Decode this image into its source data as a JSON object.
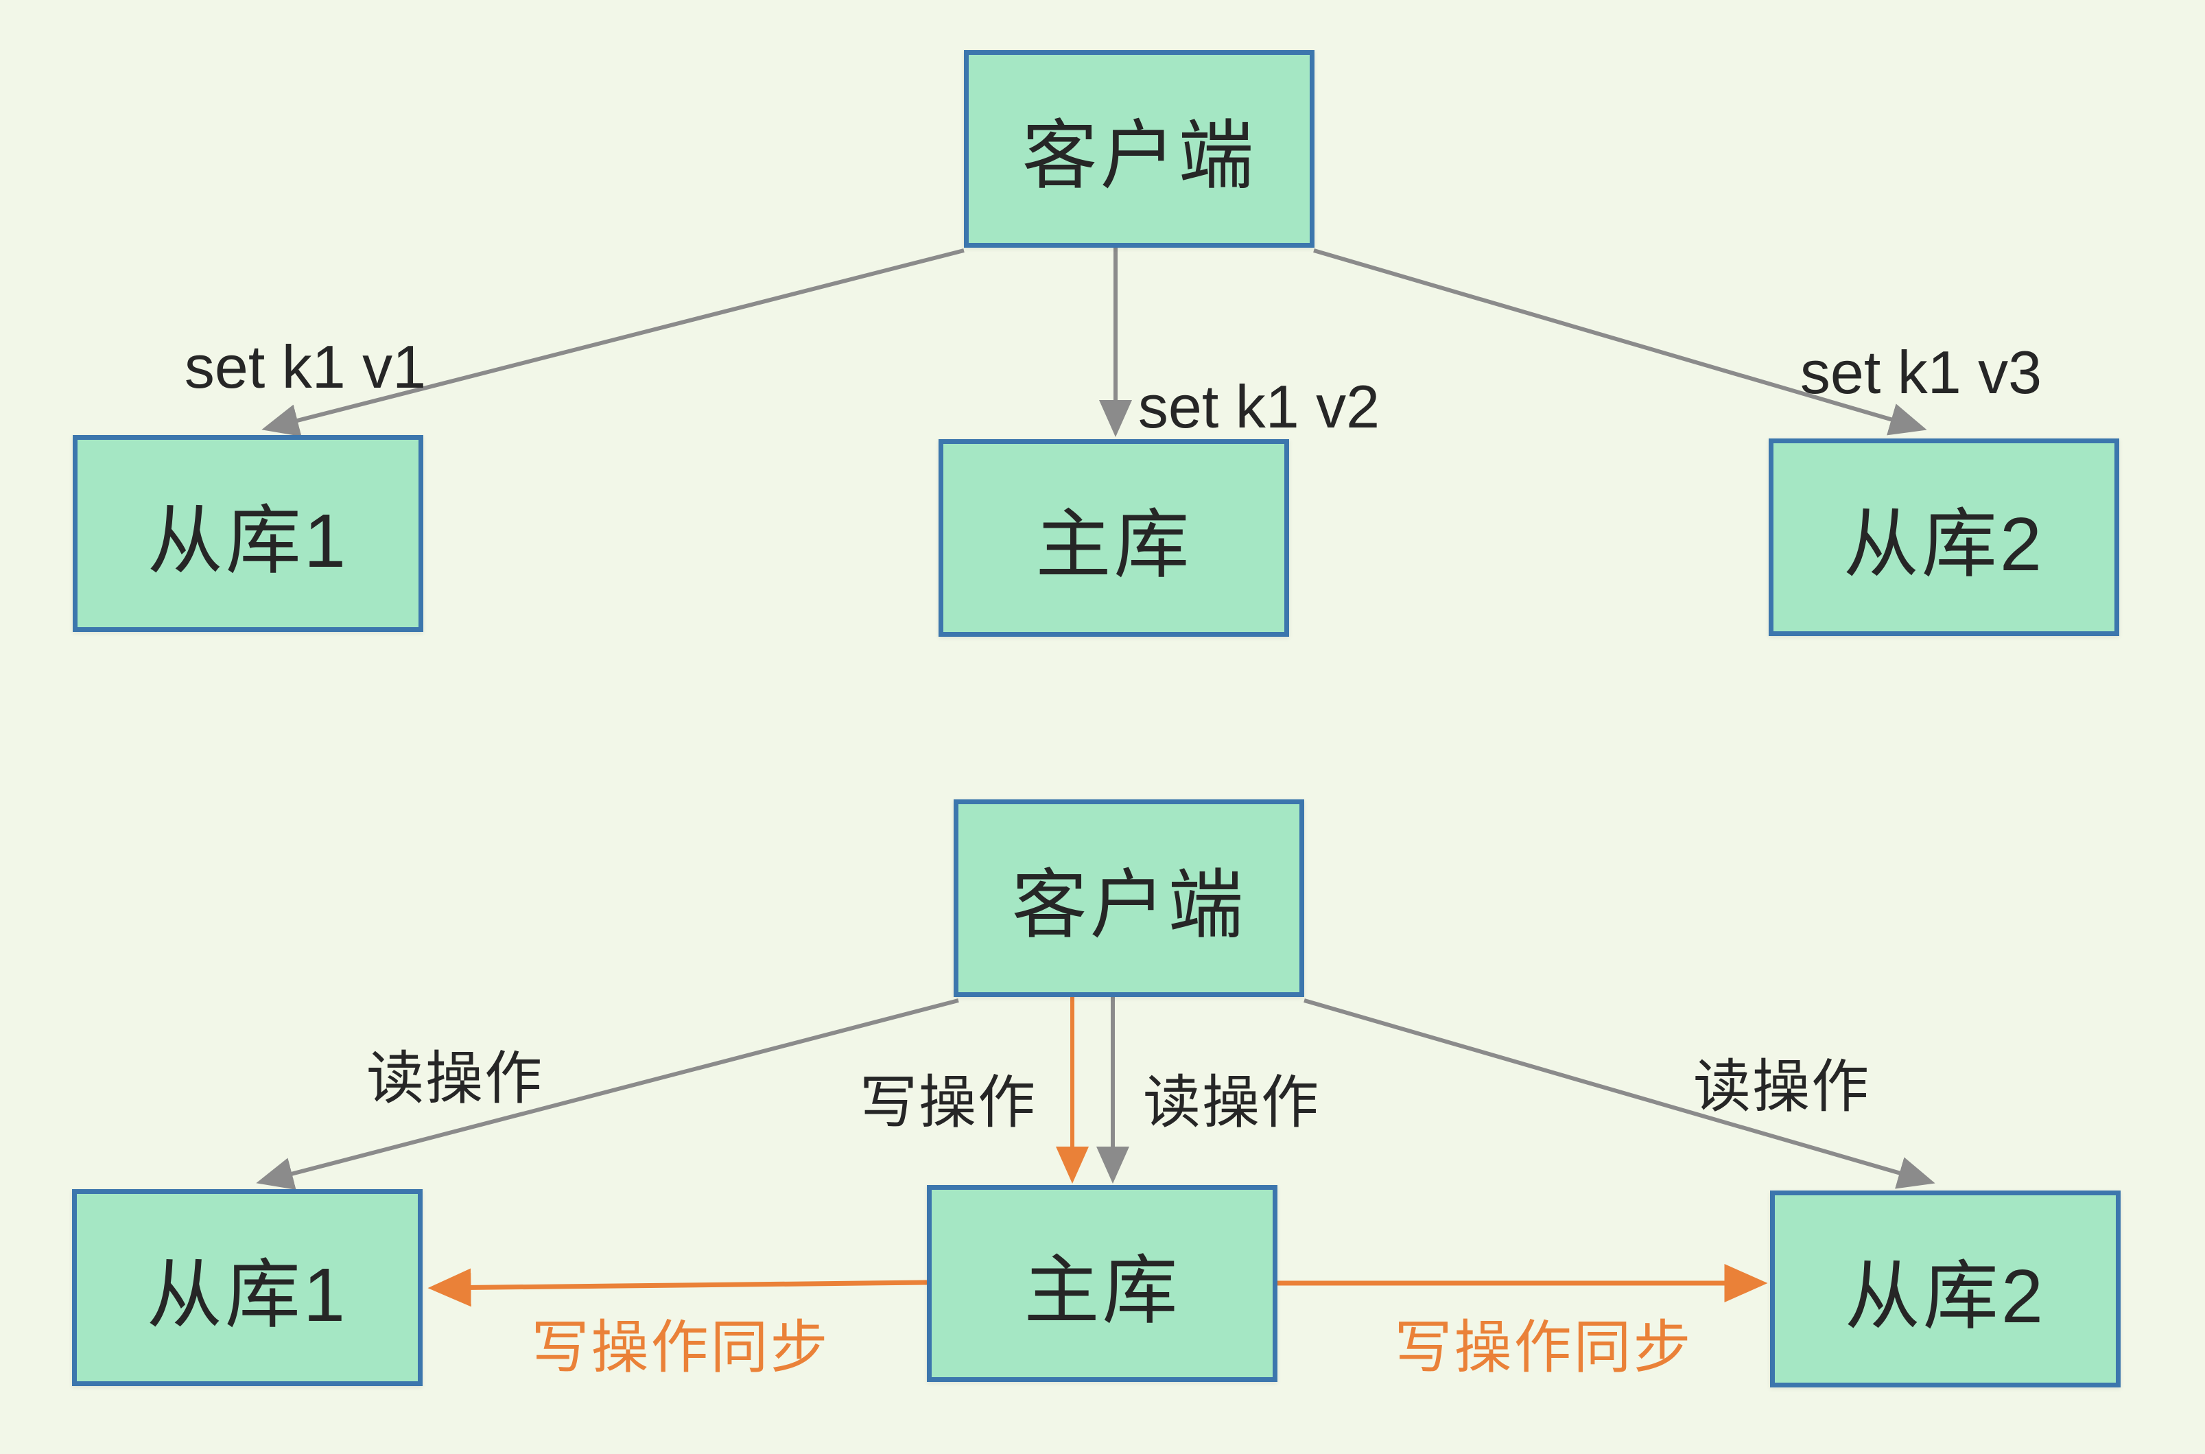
{
  "colors": {
    "background": "#f2f7e8",
    "node_fill": "#a5e7c4",
    "node_border": "#3c76ad",
    "edge_gray": "#8b8b8b",
    "edge_orange": "#ea8138",
    "text": "#262626"
  },
  "top_diagram": {
    "client": "客户端",
    "slave1": "从库1",
    "master": "主库",
    "slave2": "从库2",
    "label_set_k1_v1": "set k1 v1",
    "label_set_k1_v2": "set k1 v2",
    "label_set_k1_v3": "set k1 v3"
  },
  "bottom_diagram": {
    "client": "客户端",
    "slave1": "从库1",
    "master": "主库",
    "slave2": "从库2",
    "label_read_left": "读操作",
    "label_write_center": "写操作",
    "label_read_center": "读操作",
    "label_read_right": "读操作",
    "label_sync_left": "写操作同步",
    "label_sync_right": "写操作同步"
  }
}
